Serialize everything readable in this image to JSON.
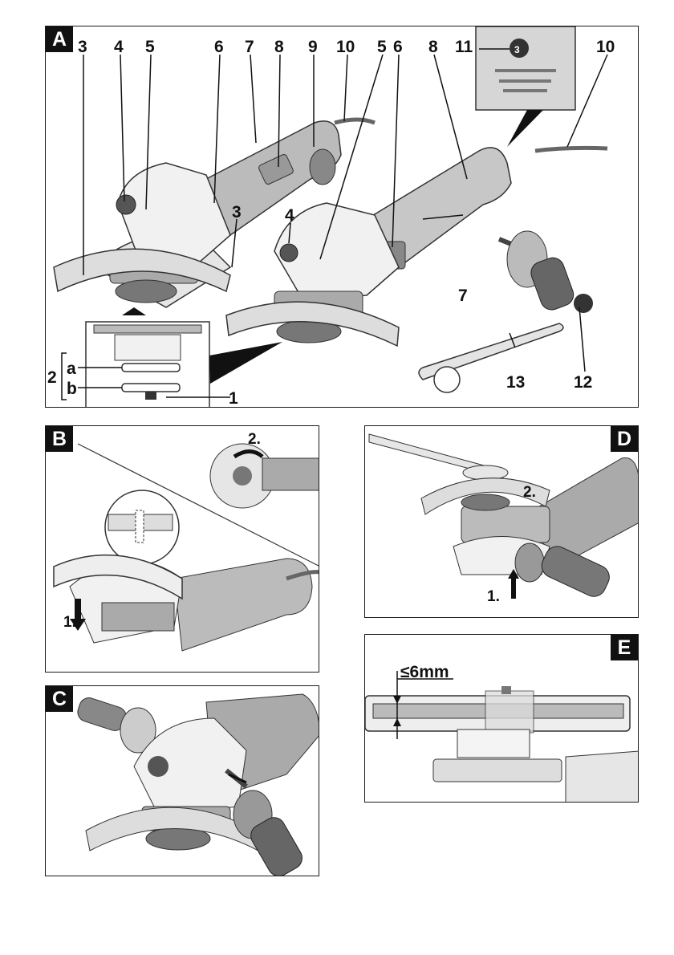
{
  "panels": {
    "A": {
      "tag": "A",
      "callouts": {
        "c3a": "3",
        "c4a": "4",
        "c5a": "5",
        "c6a": "6",
        "c7a": "7",
        "c8a": "8",
        "c9": "9",
        "c10a": "10",
        "c5b": "5",
        "c6b": "6",
        "c8b": "8",
        "c11": "11",
        "c10b": "10",
        "c3b": "3",
        "c4b": "4",
        "c7b": "7",
        "c12": "12",
        "c13": "13",
        "c2": "2",
        "ca": "a",
        "cb": "b",
        "c1": "1",
        "dial": "3"
      }
    },
    "B": {
      "tag": "B",
      "step1": "1.",
      "step2": "2."
    },
    "C": {
      "tag": "C"
    },
    "D": {
      "tag": "D",
      "step1": "1.",
      "step2": "2."
    },
    "E": {
      "tag": "E",
      "dimension": "≤6mm"
    }
  }
}
